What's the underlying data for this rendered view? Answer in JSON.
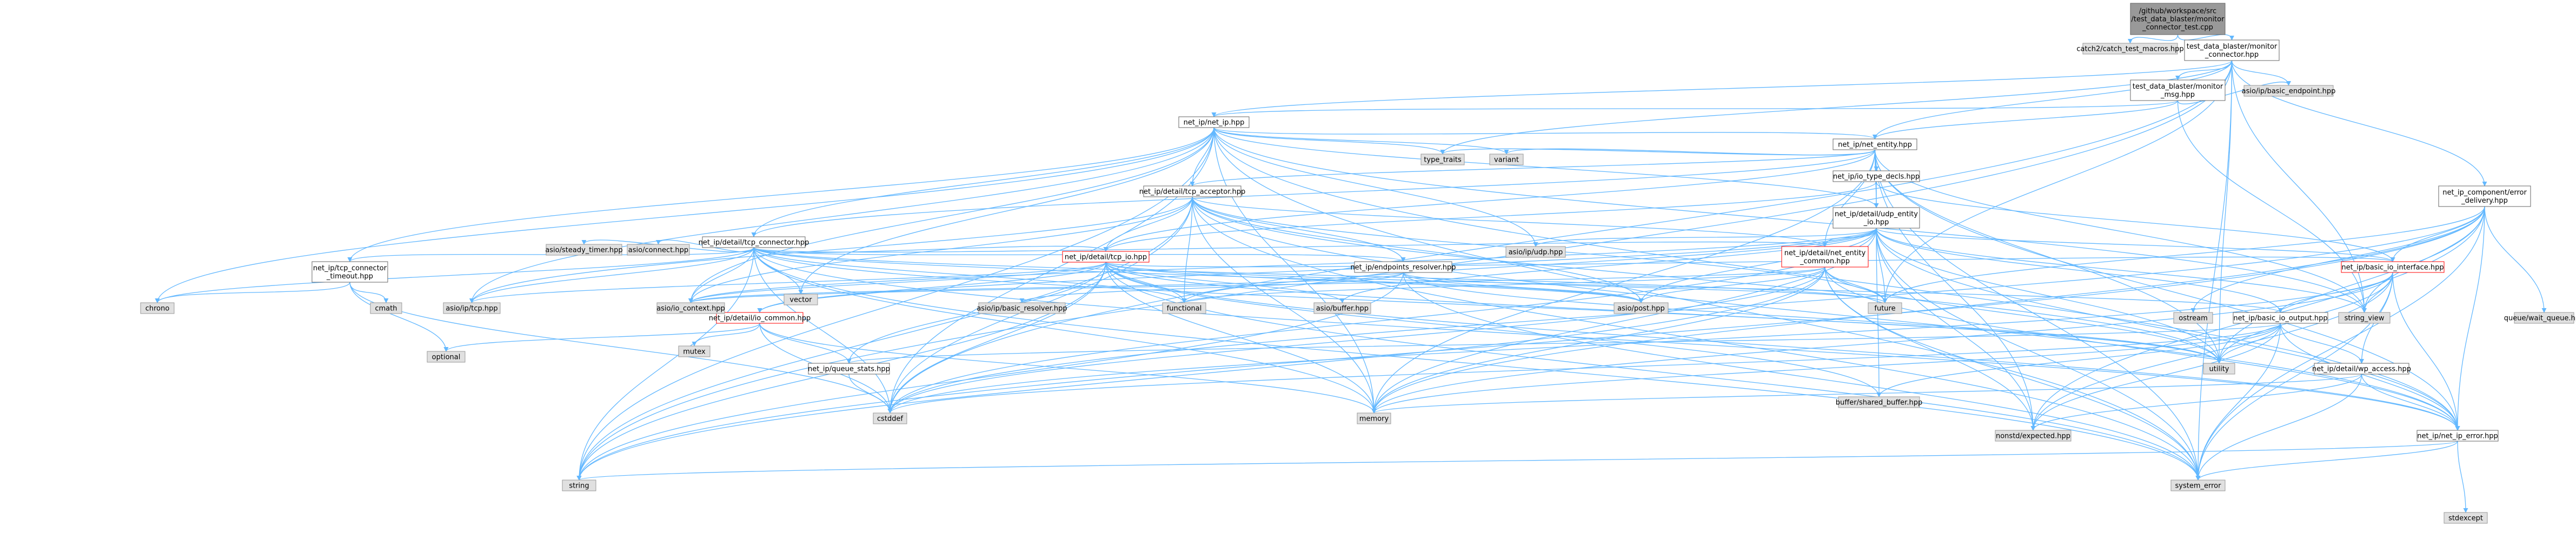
{
  "nodes": [
    {
      "id": "root",
      "lines": [
        "/github/workspace/src",
        "/test_data_blaster/monitor",
        "_connector_test.cpp"
      ],
      "style": "root"
    },
    {
      "id": "catch2",
      "lines": [
        "catch2/catch_test_macros.hpp"
      ],
      "style": "ext"
    },
    {
      "id": "mc_hpp",
      "lines": [
        "test_data_blaster/monitor",
        "_connector.hpp"
      ],
      "style": "local"
    },
    {
      "id": "msg_hpp",
      "lines": [
        "test_data_blaster/monitor",
        "_msg.hpp"
      ],
      "style": "local"
    },
    {
      "id": "basic_endpoint",
      "lines": [
        "asio/ip/basic_endpoint.hpp"
      ],
      "style": "ext"
    },
    {
      "id": "net_ip",
      "lines": [
        "net_ip/net_ip.hpp"
      ],
      "style": "local"
    },
    {
      "id": "net_entity",
      "lines": [
        "net_ip/net_entity.hpp"
      ],
      "style": "local"
    },
    {
      "id": "component_error",
      "lines": [
        "net_ip_component/error",
        "_delivery.hpp"
      ],
      "style": "local"
    },
    {
      "id": "io_type_decls",
      "lines": [
        "net_ip/io_type_decls.hpp"
      ],
      "style": "local"
    },
    {
      "id": "tcp_acceptor",
      "lines": [
        "net_ip/detail/tcp_acceptor.hpp"
      ],
      "style": "local"
    },
    {
      "id": "tcp_connector",
      "lines": [
        "net_ip/detail/tcp_connector.hpp"
      ],
      "style": "local"
    },
    {
      "id": "udp_entity",
      "lines": [
        "net_ip/detail/udp_entity",
        "_io.hpp"
      ],
      "style": "local"
    },
    {
      "id": "tcp_io",
      "lines": [
        "net_ip/detail/tcp_io.hpp"
      ],
      "style": "red"
    },
    {
      "id": "net_entity_common",
      "lines": [
        "net_ip/detail/net_entity",
        "_common.hpp"
      ],
      "style": "red"
    },
    {
      "id": "endpoints_resolver",
      "lines": [
        "net_ip/endpoints_resolver.hpp"
      ],
      "style": "local"
    },
    {
      "id": "tcp_connector_timeout",
      "lines": [
        "net_ip/tcp_connector",
        "_timeout.hpp"
      ],
      "style": "local"
    },
    {
      "id": "basic_io_interface",
      "lines": [
        "net_ip/basic_io_interface.hpp"
      ],
      "style": "red"
    },
    {
      "id": "io_common",
      "lines": [
        "net_ip/detail/io_common.hpp"
      ],
      "style": "red"
    },
    {
      "id": "basic_io_output",
      "lines": [
        "net_ip/basic_io_output.hpp"
      ],
      "style": "local"
    },
    {
      "id": "output_queue",
      "lines": [
        "net_ip/queue_stats.hpp"
      ],
      "style": "local"
    },
    {
      "id": "wp_access",
      "lines": [
        "net_ip/detail/wp_access.hpp"
      ],
      "style": "local"
    },
    {
      "id": "net_ip_error",
      "lines": [
        "net_ip/net_ip_error.hpp"
      ],
      "style": "local"
    },
    {
      "id": "type_traits",
      "lines": [
        "type_traits"
      ],
      "style": "ext"
    },
    {
      "id": "variant",
      "lines": [
        "variant"
      ],
      "style": "ext"
    },
    {
      "id": "vector",
      "lines": [
        "vector"
      ],
      "style": "ext"
    },
    {
      "id": "steady_timer",
      "lines": [
        "asio/steady_timer.hpp"
      ],
      "style": "ext"
    },
    {
      "id": "asio_connect",
      "lines": [
        "asio/connect.hpp"
      ],
      "style": "ext"
    },
    {
      "id": "asio_udp",
      "lines": [
        "asio/ip/udp.hpp"
      ],
      "style": "ext"
    },
    {
      "id": "chrono",
      "lines": [
        "chrono"
      ],
      "style": "ext"
    },
    {
      "id": "cmath",
      "lines": [
        "cmath"
      ],
      "style": "ext"
    },
    {
      "id": "asio_tcp",
      "lines": [
        "asio/ip/tcp.hpp"
      ],
      "style": "ext"
    },
    {
      "id": "io_context",
      "lines": [
        "asio/io_context.hpp"
      ],
      "style": "ext"
    },
    {
      "id": "basic_resolver",
      "lines": [
        "asio/ip/basic_resolver.hpp"
      ],
      "style": "ext"
    },
    {
      "id": "functional",
      "lines": [
        "functional"
      ],
      "style": "ext"
    },
    {
      "id": "asio_buffer",
      "lines": [
        "asio/buffer.hpp"
      ],
      "style": "ext"
    },
    {
      "id": "asio_post",
      "lines": [
        "asio/post.hpp"
      ],
      "style": "ext"
    },
    {
      "id": "future",
      "lines": [
        "future"
      ],
      "style": "ext"
    },
    {
      "id": "optional",
      "lines": [
        "optional"
      ],
      "style": "ext"
    },
    {
      "id": "mutex",
      "lines": [
        "mutex"
      ],
      "style": "ext"
    },
    {
      "id": "string_view",
      "lines": [
        "string_view"
      ],
      "style": "ext"
    },
    {
      "id": "utility",
      "lines": [
        "utility"
      ],
      "style": "ext"
    },
    {
      "id": "shared_buffer",
      "lines": [
        "buffer/shared_buffer.hpp"
      ],
      "style": "ext"
    },
    {
      "id": "memory",
      "lines": [
        "memory"
      ],
      "style": "ext"
    },
    {
      "id": "cstddef",
      "lines": [
        "cstddef"
      ],
      "style": "ext"
    },
    {
      "id": "expected",
      "lines": [
        "nonstd/expected.hpp"
      ],
      "style": "ext"
    },
    {
      "id": "string",
      "lines": [
        "string"
      ],
      "style": "ext"
    },
    {
      "id": "system_error",
      "lines": [
        "system_error"
      ],
      "style": "ext"
    },
    {
      "id": "stdexcept",
      "lines": [
        "stdexcept"
      ],
      "style": "ext"
    },
    {
      "id": "ostream",
      "lines": [
        "ostream"
      ],
      "style": "ext"
    },
    {
      "id": "wait_queue",
      "lines": [
        "queue/wait_queue.hpp"
      ],
      "style": "ext"
    }
  ],
  "colors": {
    "root_fill": "#999999",
    "local_fill": "#ffffff",
    "ext_fill": "#e0e0e0",
    "border": "#666666",
    "red_border": "#ff0000",
    "ext_border": "#999999",
    "edge": "#63b8ff"
  }
}
